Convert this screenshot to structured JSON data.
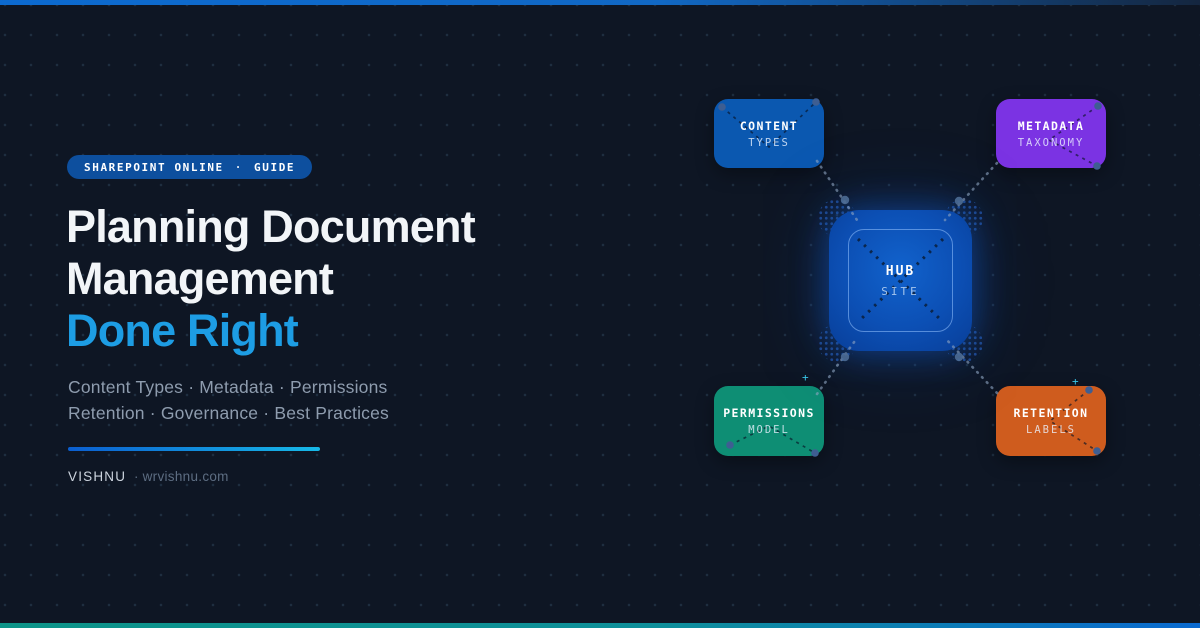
{
  "badge": {
    "label": "SHAREPOINT ONLINE",
    "separator": "·",
    "tag": "GUIDE"
  },
  "title": {
    "line1": "Planning Document",
    "line2": "Management",
    "line3": "Done Right",
    "accent_color": "#1d9de4"
  },
  "subtitle": {
    "line1": "Content Types · Metadata · Permissions",
    "line2": "Retention · Governance · Best Practices"
  },
  "byline": {
    "author": "VISHNU",
    "separator": "·",
    "site": "wrvishnu.com"
  },
  "diagram": {
    "hub": {
      "line1": "HUB",
      "line2": "SITE",
      "color": "#0c51b8"
    },
    "nodes": [
      {
        "id": "content-types",
        "line1": "CONTENT",
        "line2": "TYPES",
        "color": "#0b58b0"
      },
      {
        "id": "metadata-taxonomy",
        "line1": "METADATA",
        "line2": "TAXONOMY",
        "color": "#7b33e3"
      },
      {
        "id": "permissions-model",
        "line1": "PERMISSIONS",
        "line2": "MODEL",
        "color": "#0e8e74"
      },
      {
        "id": "retention-labels",
        "line1": "RETENTION",
        "line2": "LABELS",
        "color": "#cf5c1e"
      }
    ]
  },
  "colors": {
    "background": "#0e1624",
    "badge_bg": "#0d4f9e",
    "top_bar": "#0c6ad0",
    "bottom_bar_start": "#0d9488",
    "bottom_bar_end": "#0b6ad0",
    "rule_start": "#0b5ecf",
    "rule_end": "#17b9e8",
    "subtitle_text": "#8e9cae",
    "sparkle": "#38c6e8"
  }
}
